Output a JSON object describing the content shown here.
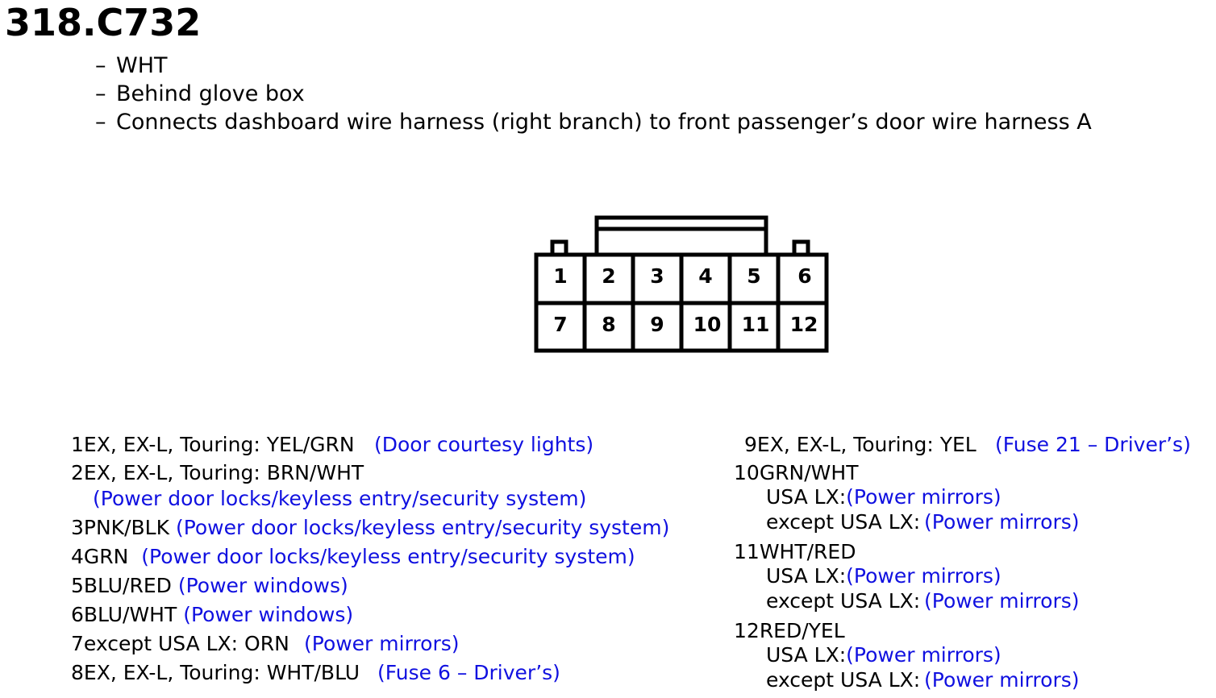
{
  "connector": {
    "title": "318.C732",
    "details": [
      "WHT",
      "Behind glove box",
      "Connects dashboard wire harness (right branch) to front passenger’s door wire harness A"
    ],
    "pins_top": [
      "1",
      "2",
      "3",
      "4",
      "5",
      "6"
    ],
    "pins_bottom": [
      "7",
      "8",
      "9",
      "10",
      "11",
      "12"
    ]
  },
  "bullet": "–",
  "left_pins": [
    {
      "num": "1",
      "wire": "EX, EX-L, Touring: YEL/GRN",
      "link": "(Door courtesy lights)"
    },
    {
      "num": "2",
      "wire": "EX, EX-L, Touring: BRN/WHT",
      "link": "(Power door locks/keyless entry/security system)"
    },
    {
      "num": "3",
      "wire": "PNK/BLK",
      "link": "(Power door locks/keyless entry/security system)"
    },
    {
      "num": "4",
      "wire": "GRN",
      "link": "(Power door locks/keyless entry/security system)"
    },
    {
      "num": "5",
      "wire": "BLU/RED",
      "link": "(Power windows)"
    },
    {
      "num": "6",
      "wire": "BLU/WHT",
      "link": "(Power windows)"
    },
    {
      "num": "7",
      "wire": "except USA LX: ORN",
      "link": "(Power mirrors)"
    },
    {
      "num": "8",
      "wire": "EX, EX-L, Touring: WHT/BLU",
      "link": "(Fuse 6 – Driver’s)"
    }
  ],
  "right_pins": [
    {
      "num": "9",
      "wire": "EX, EX-L, Touring: YEL",
      "link": "(Fuse 21 – Driver’s)"
    },
    {
      "num": "10",
      "wire": "GRN/WHT",
      "variants": [
        {
          "label": "USA LX:",
          "link": "(Power mirrors)"
        },
        {
          "label": "except USA LX:",
          "link": "(Power mirrors)"
        }
      ]
    },
    {
      "num": "11",
      "wire": "WHT/RED",
      "variants": [
        {
          "label": "USA LX:",
          "link": "(Power mirrors)"
        },
        {
          "label": "except USA LX:",
          "link": "(Power mirrors)"
        }
      ]
    },
    {
      "num": "12",
      "wire": "RED/YEL",
      "variants": [
        {
          "label": "USA LX:",
          "link": "(Power mirrors)"
        },
        {
          "label": "except USA LX:",
          "link": "(Power mirrors)"
        }
      ]
    }
  ]
}
